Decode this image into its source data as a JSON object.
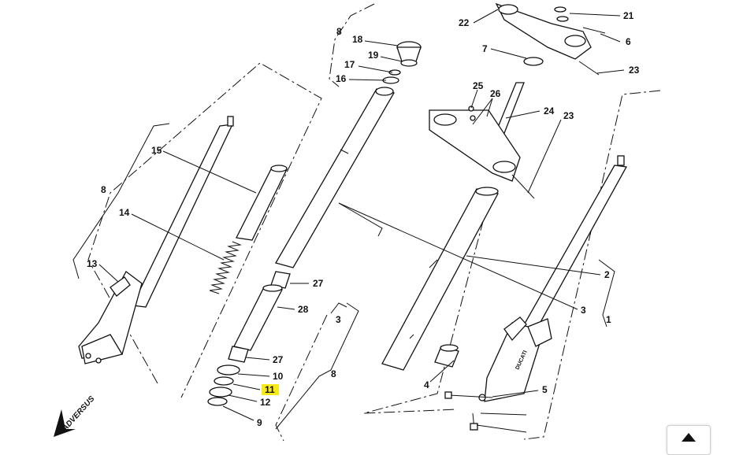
{
  "diagram": {
    "callouts": {
      "c1": "1",
      "c2": "2",
      "c3a": "3",
      "c3b": "3",
      "c4": "4",
      "c5": "5",
      "c6": "6",
      "c7": "7",
      "c8a": "8",
      "c8b": "8",
      "c8c": "8",
      "c9": "9",
      "c10": "10",
      "c11": "11",
      "c12": "12",
      "c13": "13",
      "c14": "14",
      "c15": "15",
      "c16": "16",
      "c17": "17",
      "c18": "18",
      "c19": "19",
      "c21": "21",
      "c22": "22",
      "c23a": "23",
      "c23b": "23",
      "c24": "24",
      "c25": "25",
      "c26": "26",
      "c27a": "27",
      "c27b": "27",
      "c28": "28"
    },
    "highlighted_callout": "11",
    "highlight_color": "#f7ea1a",
    "brand_mark": "ADVERSUS",
    "slider_brand": "DUCATI"
  },
  "scroll_top_button": {
    "icon": "chevron-up-icon"
  }
}
